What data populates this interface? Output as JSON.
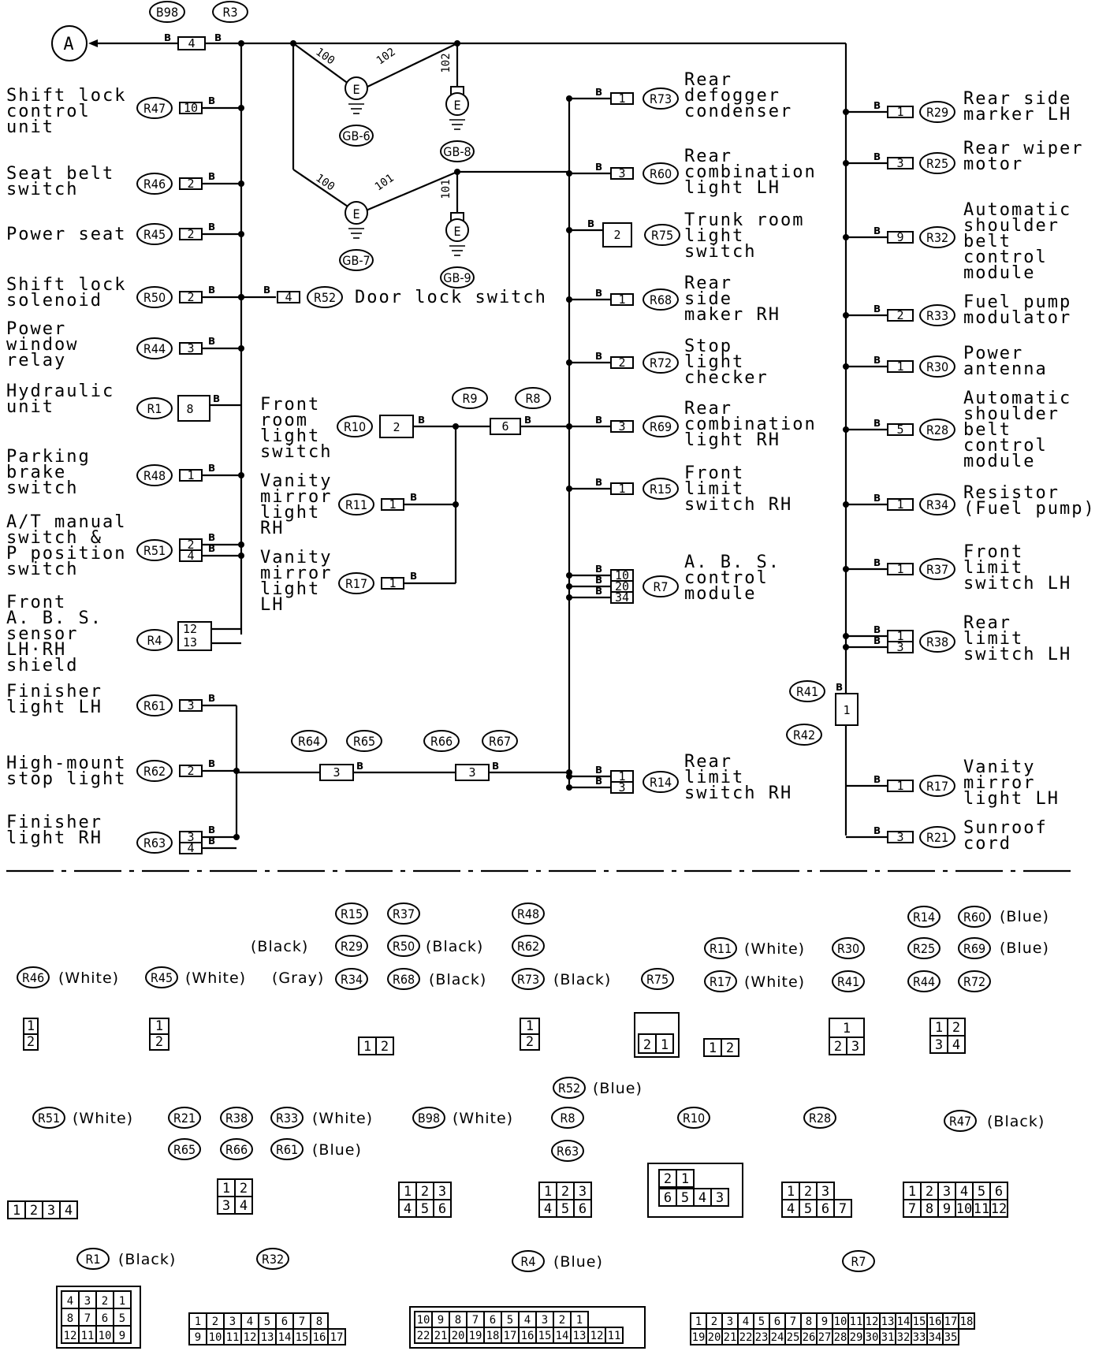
{
  "wire_color": "B",
  "terminal_A": "A",
  "top_connectors": {
    "b98": "B98",
    "r3": "R3",
    "pin": "4"
  },
  "grounds": {
    "gb6": "GB-6",
    "gb7": "GB-7",
    "gb8": "GB-8",
    "gb9": "GB-9",
    "e": "E",
    "w100a": "100",
    "w102a": "102",
    "w102b": "102",
    "w100b": "100",
    "w101a": "101",
    "w101b": "101"
  },
  "left_devices": [
    {
      "id": "shift-lock-control-unit",
      "lines": [
        "Shift lock",
        "control",
        "unit"
      ],
      "conn": "R47",
      "pins": [
        "10"
      ]
    },
    {
      "id": "seat-belt-switch",
      "lines": [
        "Seat belt",
        "switch"
      ],
      "conn": "R46",
      "pins": [
        "2"
      ]
    },
    {
      "id": "power-seat",
      "lines": [
        "Power seat"
      ],
      "conn": "R45",
      "pins": [
        "2"
      ]
    },
    {
      "id": "shift-lock-solenoid",
      "lines": [
        "Shift lock",
        "solenoid"
      ],
      "conn": "R50",
      "pins": [
        "2"
      ]
    },
    {
      "id": "power-window-relay",
      "lines": [
        "Power",
        "window",
        "relay"
      ],
      "conn": "R44",
      "pins": [
        "3"
      ]
    },
    {
      "id": "hydraulic-unit",
      "lines": [
        "Hydraulic",
        "unit"
      ],
      "conn": "R1",
      "pins": [
        "8"
      ]
    },
    {
      "id": "parking-brake-switch",
      "lines": [
        "Parking",
        "brake",
        "switch"
      ],
      "conn": "R48",
      "pins": [
        "1"
      ]
    },
    {
      "id": "at-manual-switch",
      "lines": [
        "A/T manual",
        "switch &",
        "P position",
        "switch"
      ],
      "conn": "R51",
      "pins": [
        "2",
        "4"
      ]
    },
    {
      "id": "front-abs-sensor-shield",
      "lines": [
        "Front",
        "A. B. S.",
        "sensor",
        "LH·RH",
        "shield"
      ],
      "conn": "R4",
      "pins": [
        "12",
        "13"
      ]
    },
    {
      "id": "finisher-light-lh",
      "lines": [
        "Finisher",
        "light LH"
      ],
      "conn": "R61",
      "pins": [
        "3"
      ]
    },
    {
      "id": "high-mount-stop-light",
      "lines": [
        "High-mount",
        "stop light"
      ],
      "conn": "R62",
      "pins": [
        "2"
      ]
    },
    {
      "id": "finisher-light-rh",
      "lines": [
        "Finisher",
        "light RH"
      ],
      "conn": "R63",
      "pins": [
        "3",
        "4"
      ]
    }
  ],
  "door_lock": {
    "lines": [
      "Door lock switch"
    ],
    "conn": "R52",
    "pin": "4"
  },
  "middle_devices": [
    {
      "id": "front-room-light-switch",
      "lines": [
        "Front",
        "room",
        "light",
        "switch"
      ],
      "conn": "R10",
      "pins": [
        "2"
      ]
    },
    {
      "id": "vanity-mirror-light-rh",
      "lines": [
        "Vanity",
        "mirror",
        "light",
        "RH"
      ],
      "conn": "R11",
      "pins": [
        "1"
      ]
    },
    {
      "id": "vanity-mirror-light-lh-mid",
      "lines": [
        "Vanity",
        "mirror",
        "light",
        "LH"
      ],
      "conn": "R17",
      "pins": [
        "1"
      ]
    }
  ],
  "mid_connectors": {
    "r9": "R9",
    "r8": "R8",
    "pin": "6",
    "r64": "R64",
    "r65": "R65",
    "r66": "R66",
    "r67": "R67",
    "pin3": "3"
  },
  "center_devices": [
    {
      "id": "rear-defogger-condenser",
      "lines": [
        "Rear",
        "defogger",
        "condenser"
      ],
      "conn": "R73",
      "pins": [
        "1"
      ]
    },
    {
      "id": "rear-combination-light-lh",
      "lines": [
        "Rear",
        "combination",
        "light LH"
      ],
      "conn": "R60",
      "pins": [
        "3"
      ]
    },
    {
      "id": "trunk-room-light-switch",
      "lines": [
        "Trunk room",
        "light",
        "switch"
      ],
      "conn": "R75",
      "pins": [
        "2"
      ]
    },
    {
      "id": "rear-side-maker-rh",
      "lines": [
        "Rear",
        "side",
        "maker RH"
      ],
      "conn": "R68",
      "pins": [
        "1"
      ]
    },
    {
      "id": "stop-light-checker",
      "lines": [
        "Stop",
        "light",
        "checker"
      ],
      "conn": "R72",
      "pins": [
        "2"
      ]
    },
    {
      "id": "rear-combination-light-rh",
      "lines": [
        "Rear",
        "combination",
        "light RH"
      ],
      "conn": "R69",
      "pins": [
        "3"
      ]
    },
    {
      "id": "front-limit-switch-rh",
      "lines": [
        "Front",
        "limit",
        "switch RH"
      ],
      "conn": "R15",
      "pins": [
        "1"
      ]
    },
    {
      "id": "abs-control-module",
      "lines": [
        "A. B. S.",
        "control",
        "module"
      ],
      "conn": "R7",
      "pins": [
        "10",
        "20",
        "34"
      ]
    },
    {
      "id": "rear-limit-switch-rh",
      "lines": [
        "Rear",
        "limit",
        "switch RH"
      ],
      "conn": "R14",
      "pins": [
        "1",
        "3"
      ]
    }
  ],
  "right_devices": [
    {
      "id": "rear-side-marker-lh",
      "lines": [
        "Rear side",
        "marker LH"
      ],
      "conn": "R29",
      "pins": [
        "1"
      ]
    },
    {
      "id": "rear-wiper-motor",
      "lines": [
        "Rear wiper",
        "motor"
      ],
      "conn": "R25",
      "pins": [
        "3"
      ]
    },
    {
      "id": "auto-shoulder-belt-1",
      "lines": [
        "Automatic",
        "shoulder",
        "belt",
        "control",
        "module"
      ],
      "conn": "R32",
      "pins": [
        "9"
      ]
    },
    {
      "id": "fuel-pump-modulator",
      "lines": [
        "Fuel pump",
        "modulator"
      ],
      "conn": "R33",
      "pins": [
        "2"
      ]
    },
    {
      "id": "power-antenna",
      "lines": [
        "Power",
        "antenna"
      ],
      "conn": "R30",
      "pins": [
        "1"
      ]
    },
    {
      "id": "auto-shoulder-belt-2",
      "lines": [
        "Automatic",
        "shoulder",
        "belt",
        "control",
        "module"
      ],
      "conn": "R28",
      "pins": [
        "5"
      ]
    },
    {
      "id": "resistor-fuel-pump",
      "lines": [
        "Resistor",
        "(Fuel pump)"
      ],
      "conn": "R34",
      "pins": [
        "1"
      ]
    },
    {
      "id": "front-limit-switch-lh",
      "lines": [
        "Front",
        "limit",
        "switch LH"
      ],
      "conn": "R37",
      "pins": [
        "1"
      ]
    },
    {
      "id": "rear-limit-switch-lh",
      "lines": [
        "Rear",
        "limit",
        "switch LH"
      ],
      "conn": "R38",
      "pins": [
        "1",
        "3"
      ]
    },
    {
      "id": "vanity-mirror-light-lh",
      "lines": [
        "Vanity",
        "mirror",
        "light LH"
      ],
      "conn": "R17",
      "pins": [
        "1"
      ]
    },
    {
      "id": "sunroof-cord",
      "lines": [
        "Sunroof",
        "cord"
      ],
      "conn": "R21",
      "pins": [
        "3"
      ]
    }
  ],
  "right_inline": {
    "r41": "R41",
    "r42": "R42",
    "pin": "1"
  },
  "legend": {
    "colors": {
      "white": "(White)",
      "black": "(Black)",
      "gray": "(Gray)",
      "blue": "(Blue)"
    },
    "ids": [
      "R15",
      "R37",
      "R48",
      "R14",
      "R60",
      "R29",
      "R50",
      "R62",
      "R11",
      "R30",
      "R25",
      "R69",
      "R46",
      "R45",
      "R34",
      "R68",
      "R73",
      "R75",
      "R17",
      "R41",
      "R44",
      "R72",
      "R52",
      "R51",
      "R21",
      "R38",
      "R33",
      "B98",
      "R8",
      "R10",
      "R28",
      "R47",
      "R65",
      "R66",
      "R61",
      "R63",
      "R1",
      "R32",
      "R4",
      "R7"
    ]
  },
  "connector_grids": {
    "g1": [
      [
        "1"
      ],
      [
        "2"
      ]
    ],
    "g2": [
      [
        "1"
      ],
      [
        "2"
      ]
    ],
    "g3": [
      [
        "1",
        "2"
      ]
    ],
    "g4": [
      [
        "1"
      ],
      [
        "2"
      ]
    ],
    "g5": [
      [
        "2",
        "1"
      ]
    ],
    "g6": [
      [
        "1",
        "2"
      ]
    ],
    "g7": [
      [
        "1"
      ],
      [
        "2",
        "3"
      ]
    ],
    "g8": [
      [
        "1",
        "2"
      ],
      [
        "3",
        "4"
      ]
    ],
    "g9": [
      [
        "1",
        "2",
        "3",
        "4"
      ]
    ],
    "g10": [
      [
        "1",
        "2"
      ],
      [
        "3",
        "4"
      ]
    ],
    "g11": [
      [
        "1",
        "2",
        "3"
      ],
      [
        "4",
        "5",
        "6"
      ]
    ],
    "g12": [
      [
        "1",
        "2",
        "3"
      ],
      [
        "4",
        "5",
        "6"
      ]
    ],
    "g13": [
      [
        "2",
        "1"
      ],
      [
        "6",
        "5",
        "4",
        "3"
      ]
    ],
    "g14": [
      [
        "1",
        "2",
        "3"
      ],
      [
        "4",
        "5",
        "6",
        "7"
      ]
    ],
    "g15": [
      [
        "1",
        "2",
        "3",
        "4",
        "5",
        "6"
      ],
      [
        "7",
        "8",
        "9",
        "10",
        "11",
        "12"
      ]
    ],
    "g16": [
      [
        "4",
        "3",
        "2",
        "1"
      ],
      [
        "8",
        "7",
        "6",
        "5"
      ],
      [
        "12",
        "11",
        "10",
        "9"
      ]
    ],
    "g17": [
      [
        "1",
        "2",
        "3",
        "4",
        "5",
        "6",
        "7",
        "8"
      ],
      [
        "9",
        "10",
        "11",
        "12",
        "13",
        "14",
        "15",
        "16",
        "17"
      ]
    ],
    "g18": [
      [
        "10",
        "9",
        "8",
        "7",
        "6",
        "5",
        "4",
        "3",
        "2",
        "1"
      ],
      [
        "22",
        "21",
        "20",
        "19",
        "18",
        "17",
        "16",
        "15",
        "14",
        "13",
        "12",
        "11"
      ]
    ],
    "g19": [
      [
        "1",
        "2",
        "3",
        "4",
        "5",
        "6",
        "7",
        "8",
        "9",
        "10",
        "11",
        "12",
        "13",
        "14",
        "15",
        "16",
        "17",
        "18"
      ],
      [
        "19",
        "20",
        "21",
        "22",
        "23",
        "24",
        "25",
        "26",
        "27",
        "28",
        "29",
        "30",
        "31",
        "32",
        "33",
        "34",
        "35"
      ]
    ]
  }
}
